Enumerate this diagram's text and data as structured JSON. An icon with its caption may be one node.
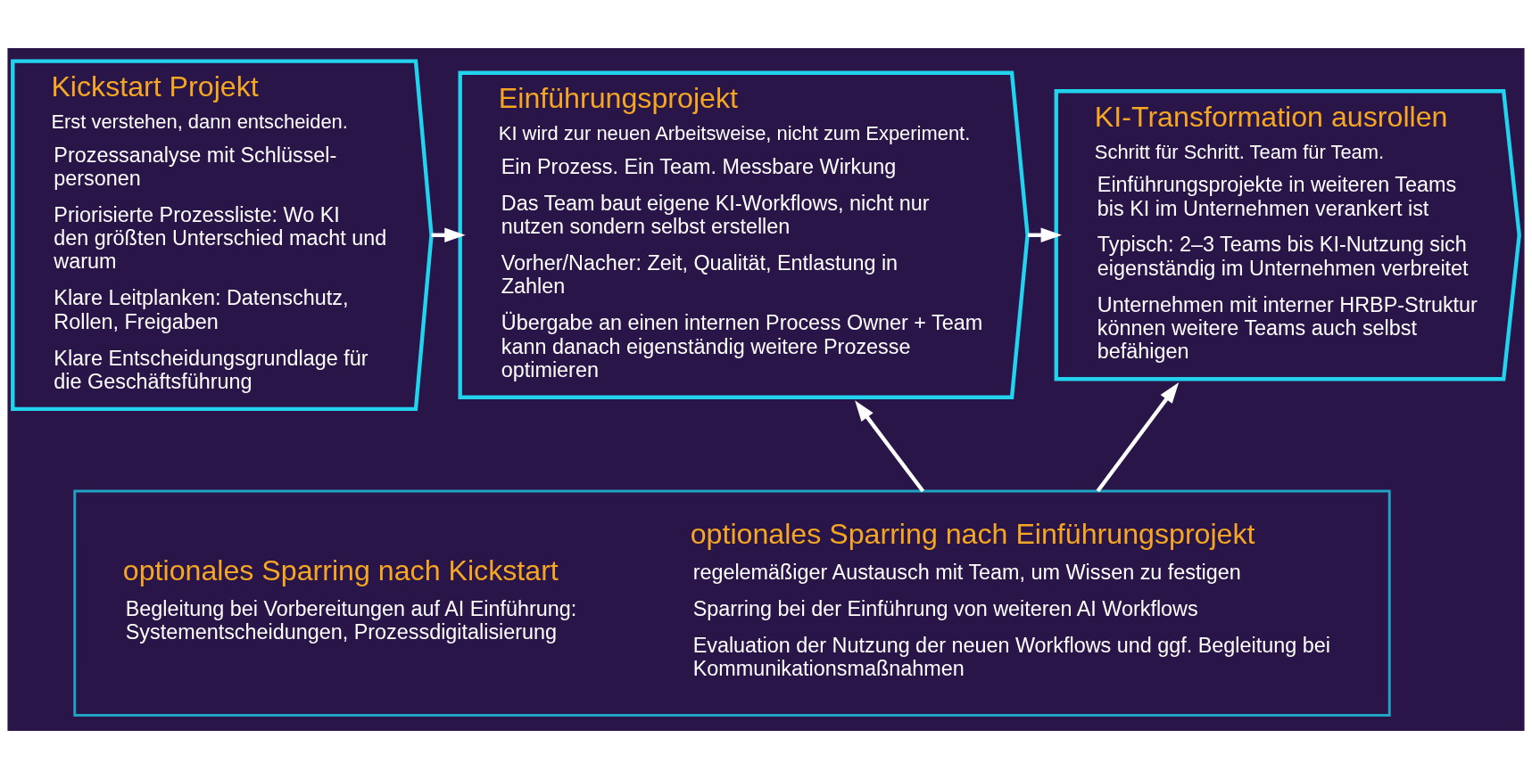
{
  "diagram": {
    "nodes": [
      {
        "text": [
          "Kickstart Projekt",
          "Erst verstehen, dann entscheiden.",
          "Prozessanalyse mit Schlüssel-personen",
          "Priorisierte Prozessliste: Wo KI den größten Unterschied macht und warum",
          "Klare Leitplanken: Datenschutz, Rollen, Freigaben",
          "Klare Entscheidungsgrundlage für die Geschäftsführung"
        ]
      },
      {
        "text": [
          "Einführungsprojekt",
          "KI wird zur neuen Arbeitsweise, nicht zum Experiment.",
          "Ein Prozess. Ein Team. Messbare Wirkung",
          "Das Team baut eigene KI-Workflows, nicht nur nutzen sondern selbst erstellen",
          "Vorher/Nacher: Zeit, Qualität, Entlastung in Zahlen",
          "Übergabe an einen internen Process Owner + Team kann danach eigenständig weitere Prozesse optimieren"
        ]
      },
      {
        "text": [
          "KI-Transformation ausrollen",
          "Schritt für Schritt. Team für Team.",
          "Einführungsprojekte in weiteren Teams  bis KI im Unternehmen verankert ist",
          "Typisch: 2–3 Teams bis KI-Nutzung sich eigenständig im Unternehmen verbreitet",
          "Unternehmen mit interner HRBP-Struktur können weitere Teams auch selbst befähigen"
        ]
      },
      {
        "text": [],
        "shape": "box"
      },
      {
        "text": [
          "optionales Sparring nach Kickstart",
          "Begleitung bei Vorbereitungen auf AI Einführung: Systementscheidungen, Prozessdigitalisierung"
        ],
        "in": 3
      },
      {
        "text": [
          "optionales Sparring nach Einführungsprojekt",
          "regelemäßiger Austausch mit Team, um Wissen zu festigen",
          "Sparring bei der Einführung von weiteren AI Workflows",
          "Evaluation der Nutzung der neuen Workflows und ggf. Begleitung bei Kommunikationsmaßnahmen"
        ],
        "in": 3
      }
    ],
    "edges": [
      {
        "from": 0,
        "to": 1,
        "arrow": "to"
      },
      {
        "from": 1,
        "to": 2,
        "arrow": "to"
      },
      {
        "from": 3,
        "to": 1,
        "arrow": "to"
      },
      {
        "from": 3,
        "to": 2,
        "arrow": "to"
      }
    ]
  }
}
